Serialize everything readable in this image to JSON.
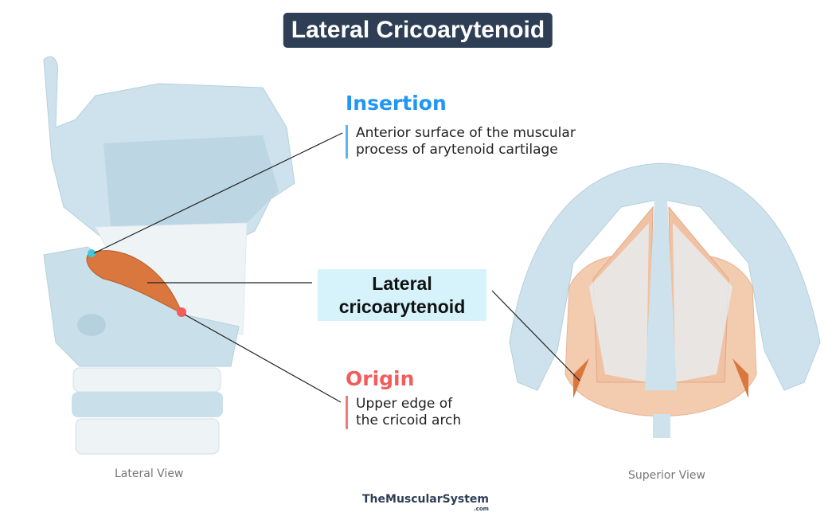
{
  "title": "Lateral Cricoarytenoid",
  "insertion": {
    "heading": "Insertion",
    "line1": "Anterior surface of the muscular",
    "line2": "process of arytenoid cartilage"
  },
  "muscle_label": {
    "line1": "Lateral",
    "line2": "cricoarytenoid"
  },
  "origin": {
    "heading": "Origin",
    "line1": "Upper edge of",
    "line2": "the cricoid arch"
  },
  "views": {
    "left": "Lateral View",
    "right": "Superior View"
  },
  "logo": {
    "main": "TheMuscularSystem",
    "suffix": ".com"
  },
  "colors": {
    "title_bg": "#2d3e55",
    "insertion": "#2196f3",
    "origin": "#f25c5c",
    "cartilage": "#cfe3ec",
    "muscle": "#d9773f",
    "label_bg": "#d6f3fb"
  }
}
